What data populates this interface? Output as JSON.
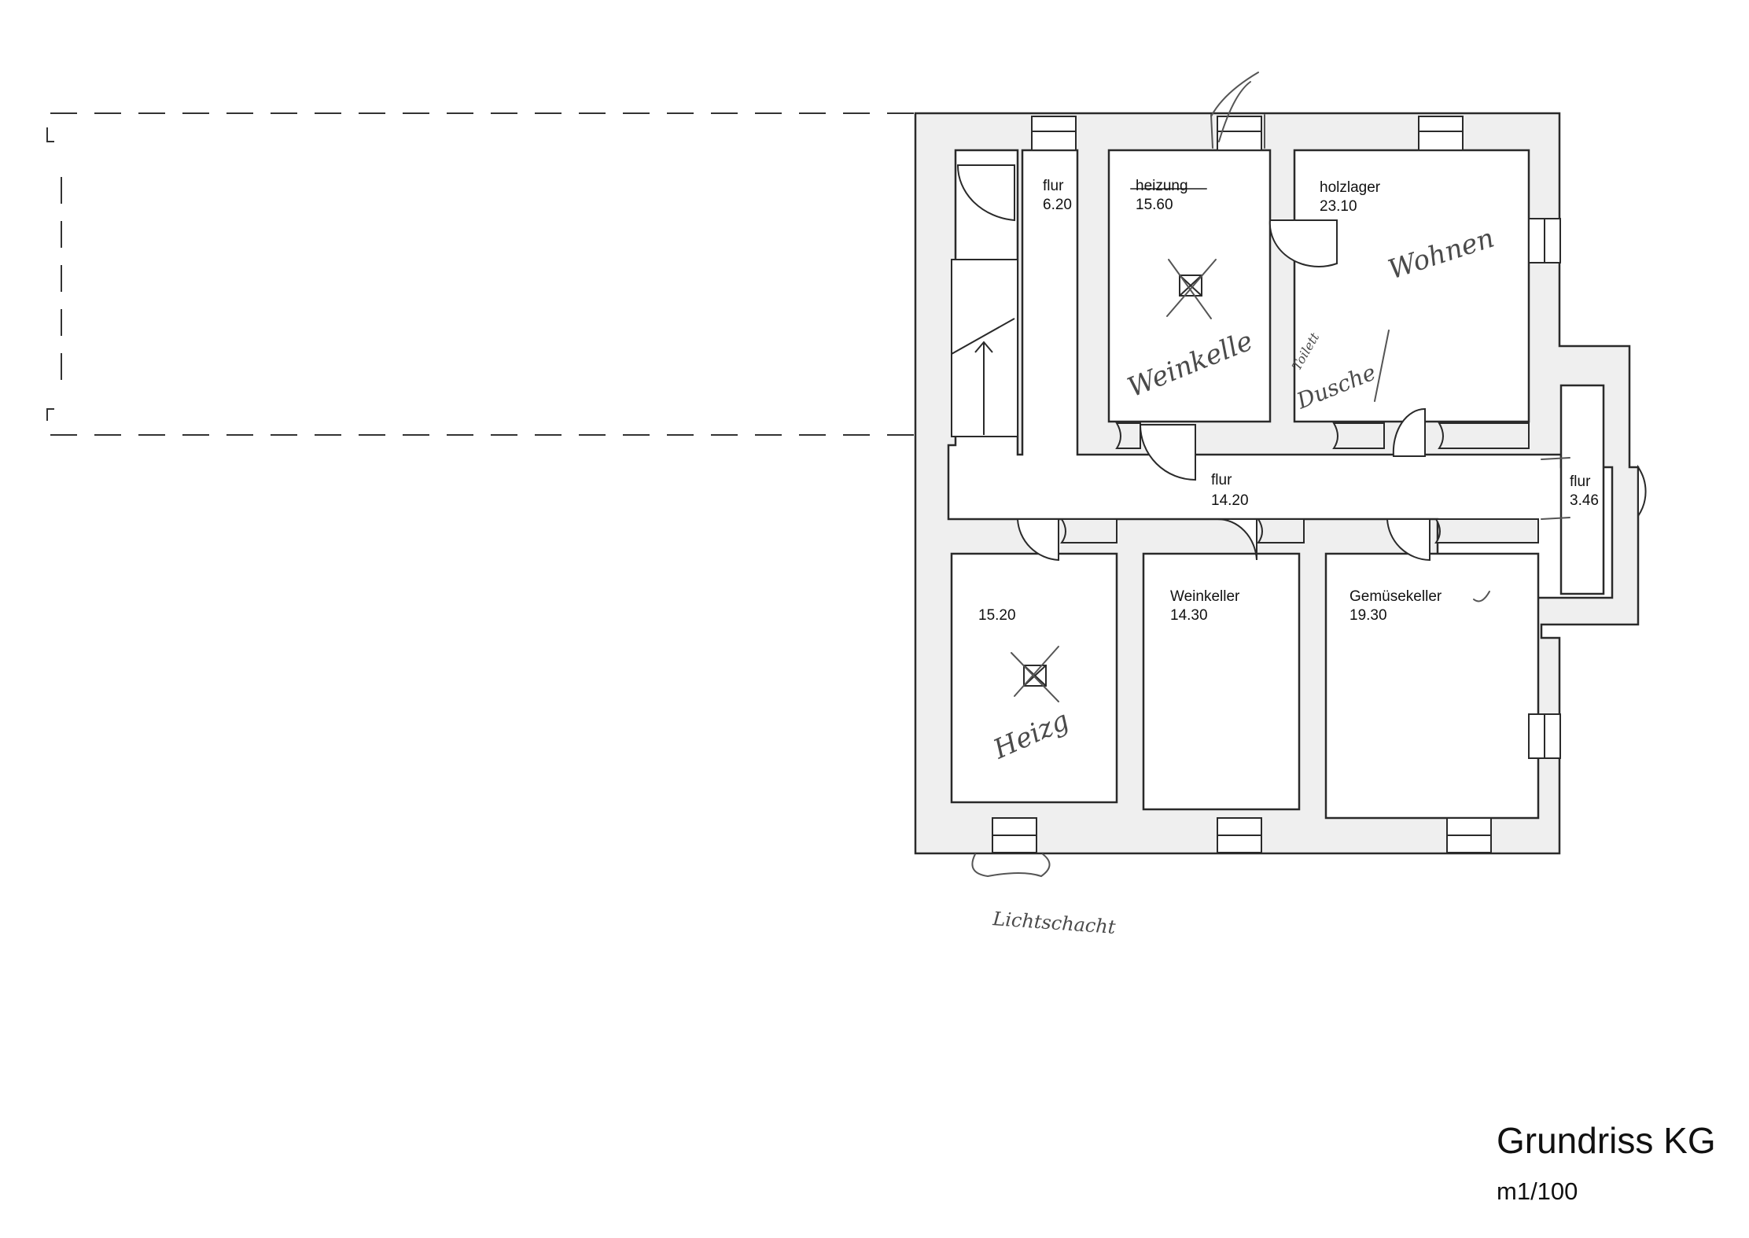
{
  "drawing": {
    "title": "Grundriss KG",
    "scale": "m1/100"
  },
  "rooms": {
    "flur_top": {
      "name": "flur",
      "area": "6.20"
    },
    "heizung": {
      "name": "heizung",
      "area": "15.60"
    },
    "holzlager": {
      "name": "holzlager",
      "area": "23.10"
    },
    "flur_mid": {
      "name": "flur",
      "area": "14.20"
    },
    "flur_east": {
      "name": "flur",
      "area": "3.46"
    },
    "room_sw": {
      "area": "15.20"
    },
    "weinkeller": {
      "name": "Weinkeller",
      "area": "14.30"
    },
    "gemuesekeller": {
      "name": "Gemüsekeller",
      "area": "19.30"
    }
  },
  "handwritten": {
    "weinkeller_note": "Weinkelle",
    "wohnen_note": "Wohnen",
    "toilet_note": "Toilett",
    "dusche_note": "Dusche",
    "heizung_note": "Heizg",
    "lichtschacht_note": "Lichtschacht"
  },
  "colors": {
    "wall_fill": "#efefef",
    "line": "#2a2a2a",
    "pencil": "#555555"
  }
}
